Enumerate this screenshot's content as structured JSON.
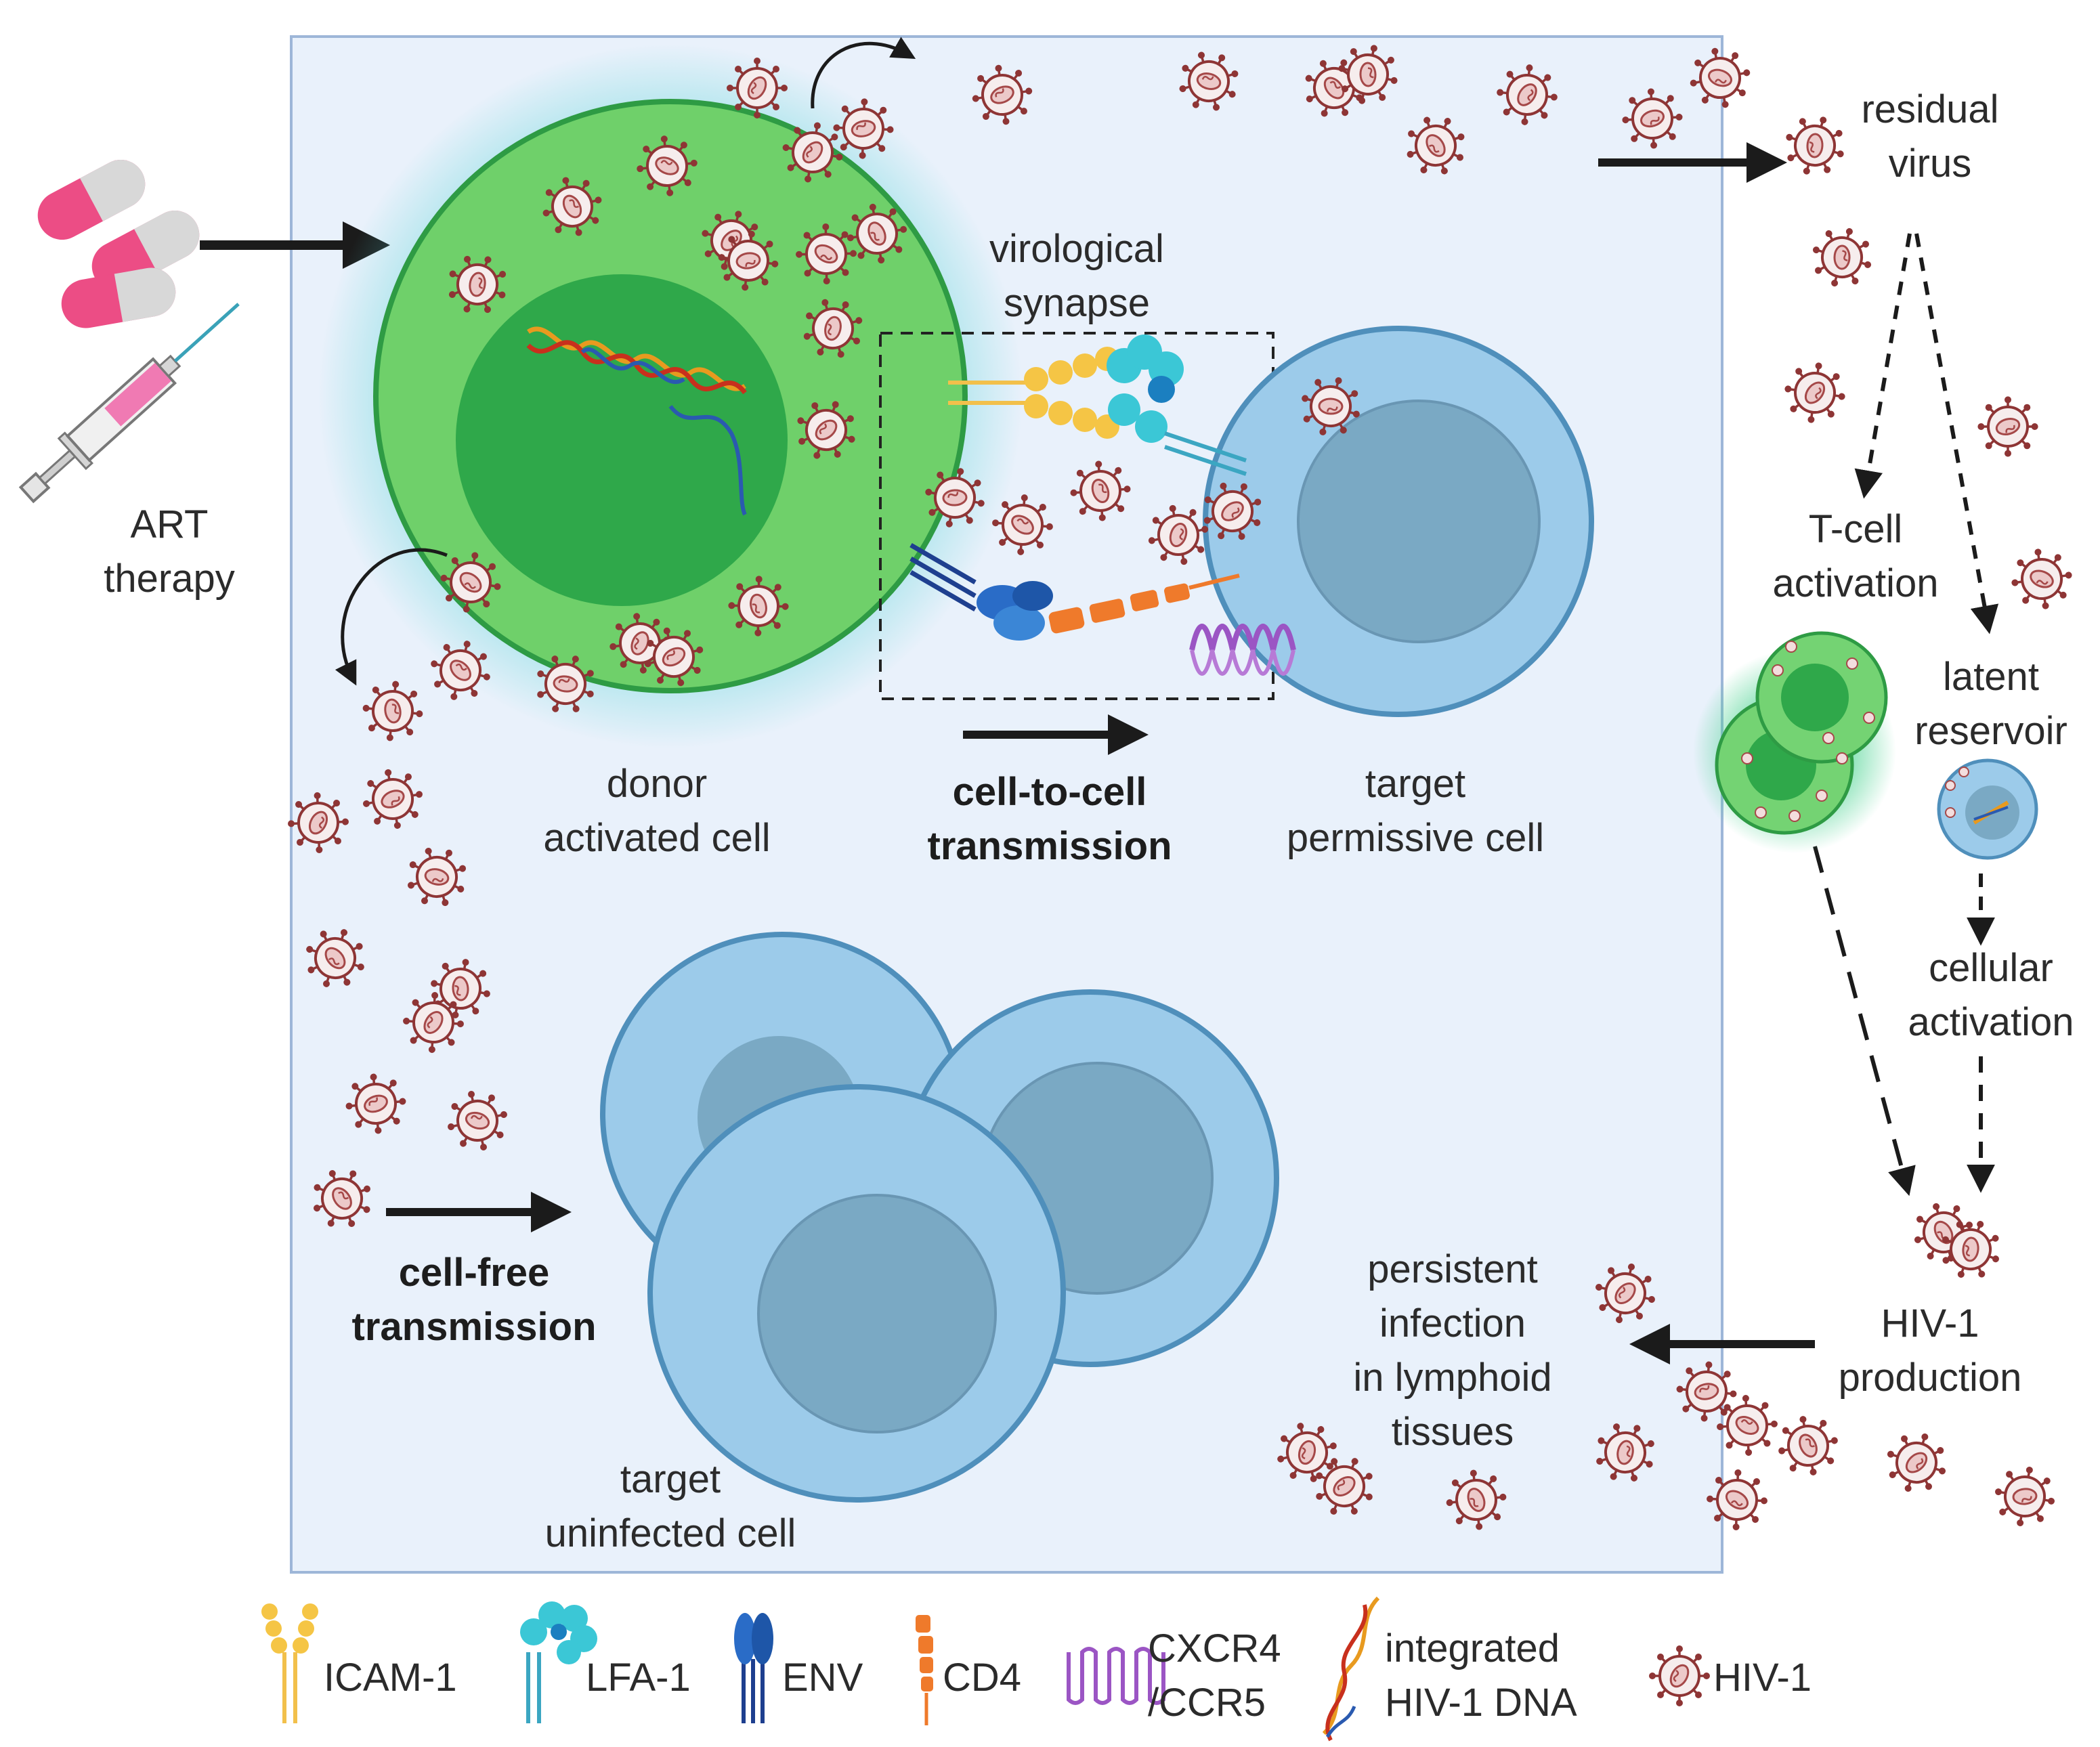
{
  "art": {
    "line1": "ART",
    "line2": "therapy"
  },
  "virological_synapse": {
    "line1": "virological",
    "line2": "synapse"
  },
  "donor_cell": {
    "line1": "donor",
    "line2": "activated cell"
  },
  "cell_to_cell": {
    "line1": "cell-to-cell",
    "line2": "transmission"
  },
  "target_permissive": {
    "line1": "target",
    "line2": "permissive cell"
  },
  "cell_free": {
    "line1": "cell-free",
    "line2": "transmission"
  },
  "target_uninfected": {
    "line1": "target",
    "line2": "uninfected cell"
  },
  "residual_virus": {
    "line1": "residual",
    "line2": "virus"
  },
  "tcell_activation": {
    "line1": "T-cell",
    "line2": "activation"
  },
  "latent_reservoir": {
    "line1": "latent",
    "line2": "reservoir"
  },
  "cellular_activation": {
    "line1": "cellular",
    "line2": "activation"
  },
  "hiv_production": {
    "line1": "HIV-1",
    "line2": "production"
  },
  "persistent": {
    "line1": "persistent",
    "line2": "infection",
    "line3": "in lymphoid",
    "line4": "tissues"
  },
  "legend": {
    "icam": "ICAM-1",
    "lfa": "LFA-1",
    "env": "ENV",
    "cd4": "CD4",
    "cxcr4_line1": "CXCR4",
    "cxcr4_line2": "/CCR5",
    "dna_line1": "integrated",
    "dna_line2": "HIV-1 DNA",
    "hiv": "HIV-1"
  },
  "colors": {
    "panel_bg": "#e9f1fb",
    "panel_border": "#9db6d8",
    "donor_green": "#6fd06a",
    "donor_nucleus": "#2fa84a",
    "target_blue": "#9ccbea",
    "target_nucleus": "#7aa9c4",
    "virus": "#9a3a3a",
    "pill_pink": "#ee4f86"
  }
}
